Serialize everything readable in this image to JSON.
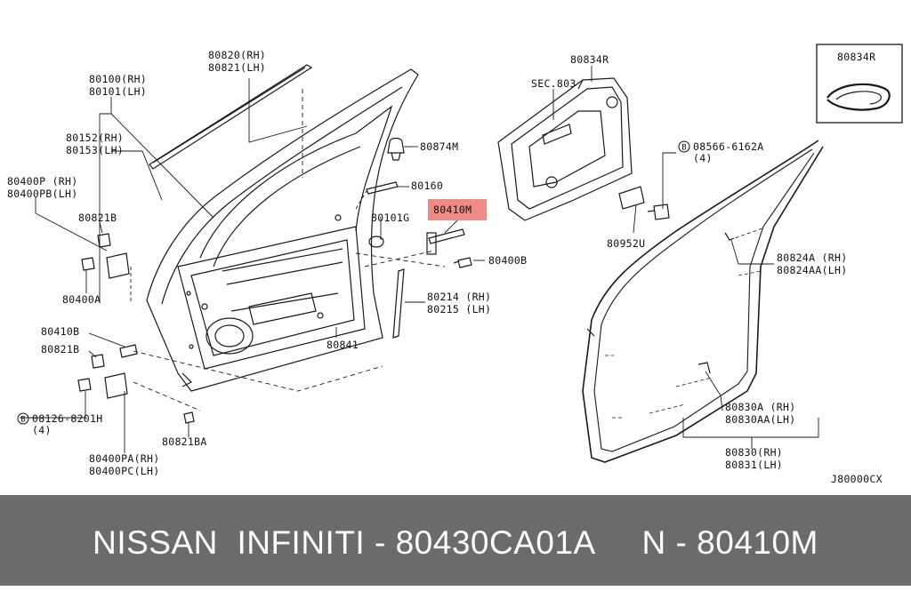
{
  "labels": {
    "p80820": "80820(RH)",
    "p80821": "80821(LH)",
    "p80100": "80100(RH)",
    "p80101": "80101(LH)",
    "p80152": "80152(RH)",
    "p80153": "80153(LH)",
    "p80874m": "80874M",
    "p80160": "80160",
    "p80400p": "80400P (RH)",
    "p80400pb": "80400PB(LH)",
    "p80821b": "80821B",
    "p80101g": "80101G",
    "p80410m": "80410M",
    "p80400b": "80400B",
    "p80400a": "80400A",
    "p80214": "80214 (RH)",
    "p80215": "80215 (LH)",
    "p80410b": "80410B",
    "p80821b2": "80821B",
    "p80841": "80841",
    "b08126": "08126-8201H",
    "b08126qty": "(4)",
    "p80821ba": "80821BA",
    "p80400pa": "80400PA(RH)",
    "p80400pc": "80400PC(LH)",
    "p80834r": "80834R",
    "sec803": "SEC.803",
    "inset80834r": "80834R",
    "b08566": "08566-6162A",
    "b08566qty": "(4)",
    "p80952u": "80952U",
    "p80824a": "80824A (RH)",
    "p80824aa": "80824AA(LH)",
    "p80830a": "80830A (RH)",
    "p80830aa": "80830AA(LH)",
    "p80830": "80830(RH)",
    "p80831": "80831(LH)",
    "diagram_code": "J80000CX"
  },
  "bolt_marker": "B",
  "footer": {
    "text": "NISSAN  INFINITI - 80430CA01A     N - 80410M"
  },
  "colors": {
    "highlight": "#f08a86",
    "footer_bg": "#6b6b6b",
    "footer_text": "#ffffff"
  }
}
